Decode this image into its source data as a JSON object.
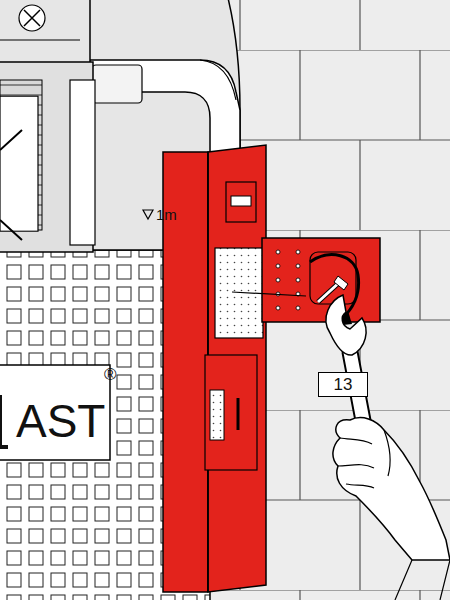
{
  "diagram": {
    "nodes": [
      {
        "text": [
          "13"
        ]
      }
    ],
    "labels": [
      "1m",
      "®",
      "AST"
    ]
  }
}
